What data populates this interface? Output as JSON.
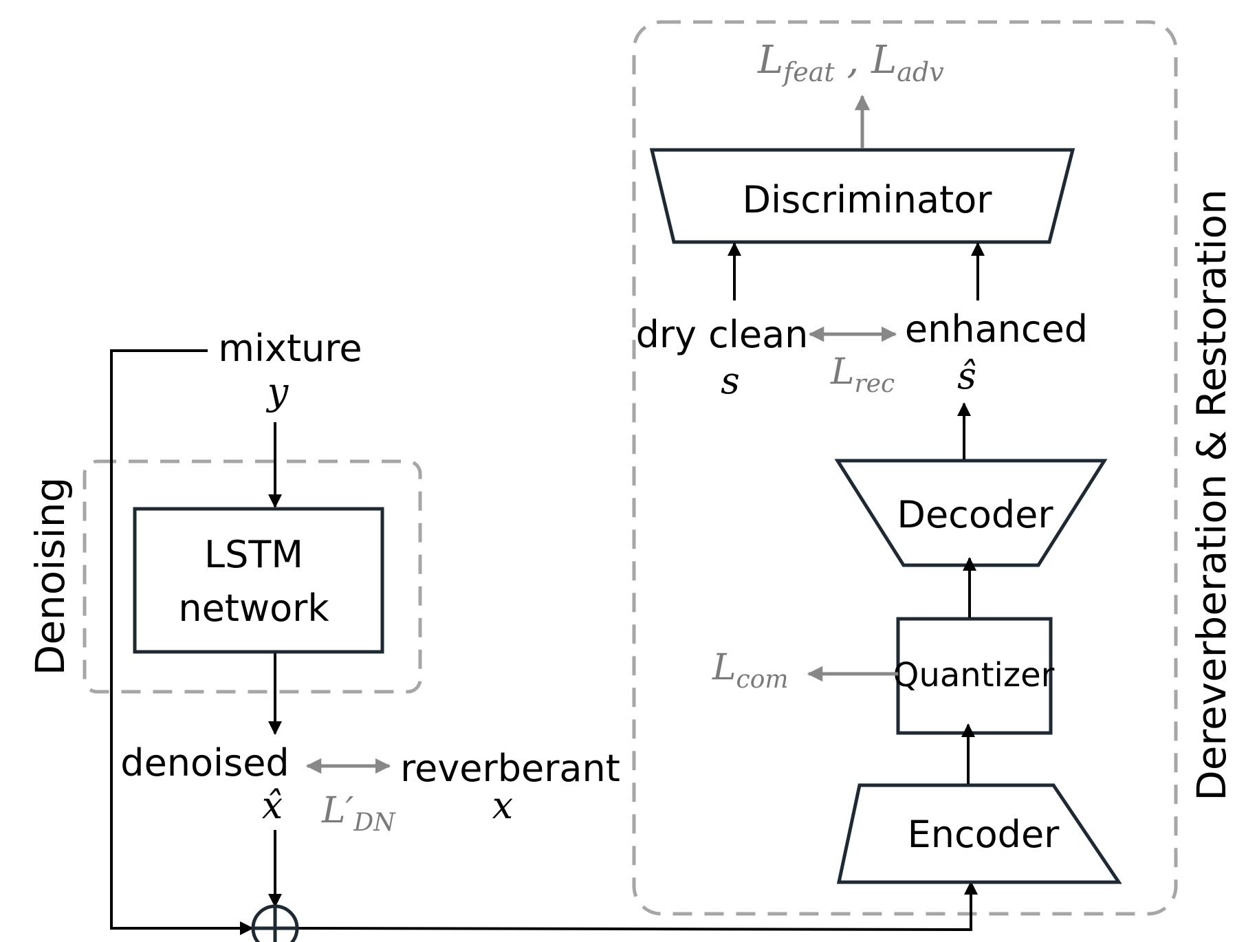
{
  "regions": {
    "denoising": "Denoising",
    "dereverberation": "Dereverberation & Restoration"
  },
  "blocks": {
    "lstm_line1": "LSTM",
    "lstm_line2": "network",
    "discriminator": "Discriminator",
    "decoder": "Decoder",
    "quantizer": "Quantizer",
    "encoder": "Encoder"
  },
  "signals": {
    "mixture_label": "mixture",
    "mixture_symbol": "y",
    "denoised_label": "denoised",
    "denoised_symbol": "x̂",
    "reverberant_label": "reverberant",
    "reverberant_symbol": "x",
    "dry_clean_label": "dry clean",
    "dry_clean_symbol": "s",
    "enhanced_label": "enhanced",
    "enhanced_symbol": "ŝ"
  },
  "losses": {
    "feat_adv": {
      "base1": "L",
      "sub1": "feat",
      "sep": " , ",
      "base2": "L",
      "sub2": "adv"
    },
    "rec": {
      "base": "L",
      "sub": "rec"
    },
    "com": {
      "base": "L",
      "sub": "com"
    },
    "dn": {
      "base": "L",
      "prime": "′",
      "sub": "DN"
    }
  },
  "colors": {
    "loss_gray": "#7a7a7a",
    "box_stroke": "#1e2a33",
    "dash_gray": "#a6a6a6"
  }
}
